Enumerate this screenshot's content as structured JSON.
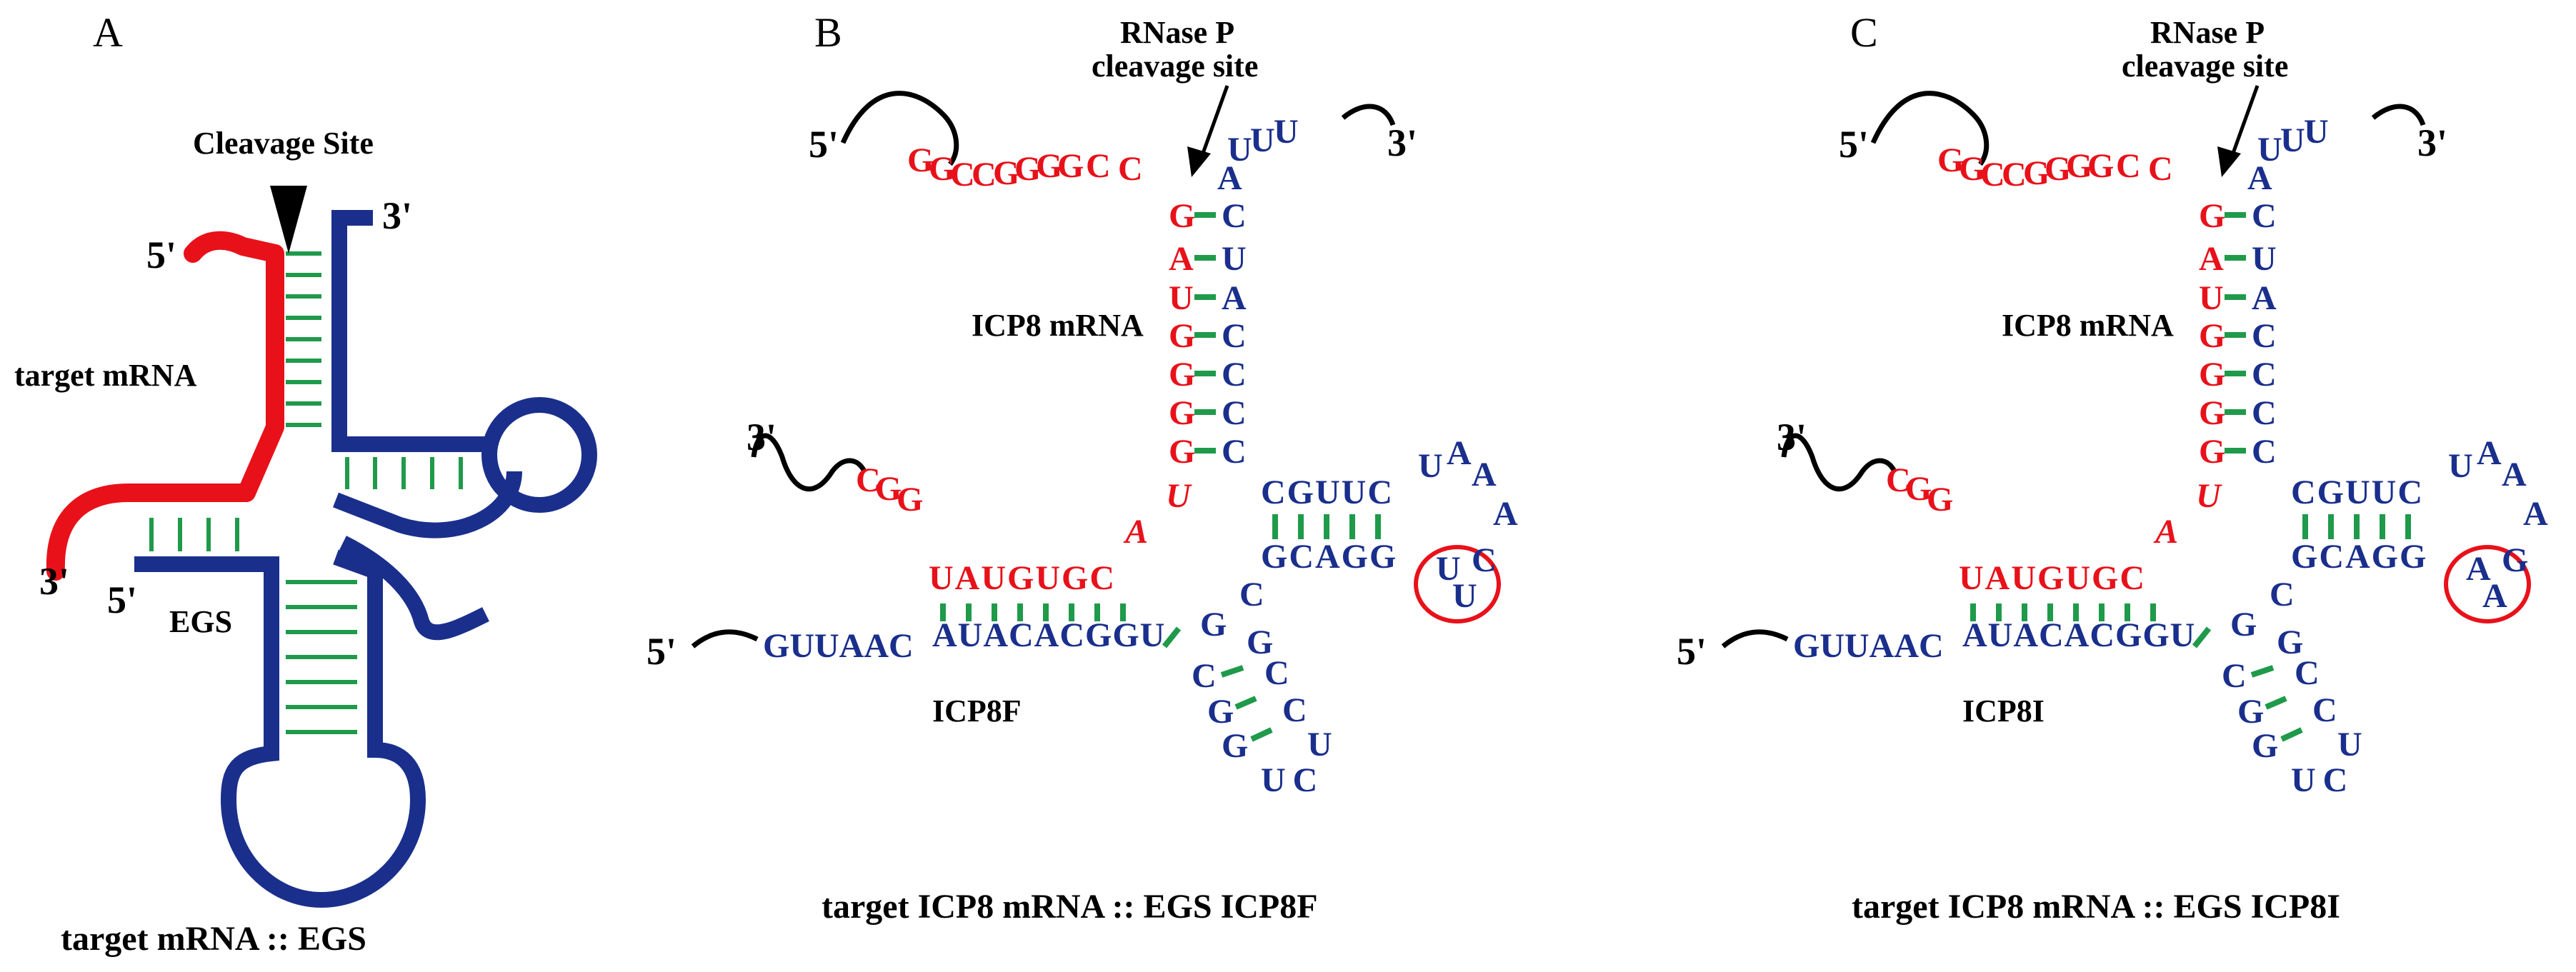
{
  "colors": {
    "target": "#e8111a",
    "egs": "#1a2f8c",
    "pair": "#1f9a4a",
    "ink": "#000000"
  },
  "panel_a": {
    "letter": "A",
    "cleavage_label": "Cleavage Site",
    "target_label": "target mRNA",
    "egs_label": "EGS",
    "five_prime_top": "5'",
    "three_prime_top": "3'",
    "three_prime_left": "3'",
    "five_prime_left": "5'",
    "caption": "target mRNA :: EGS"
  },
  "panel_b": {
    "letter": "B",
    "rnase_label_1": "RNase P",
    "rnase_label_2": "cleavage site",
    "top_five": "5'",
    "top_three": "3'",
    "left_three": "3'",
    "left_five": "5'",
    "mrna_label": "ICP8 mRNA",
    "egs_label": "ICP8F",
    "caption": "target ICP8 mRNA :: EGS ICP8F",
    "red_top_arc": [
      "G",
      "G",
      "C",
      "C",
      "G",
      "G",
      "G",
      "G",
      "C",
      "C"
    ],
    "red_stem": [
      "G",
      "A",
      "U",
      "G",
      "G",
      "G",
      "G",
      "U"
    ],
    "blue_stem": [
      "C",
      "U",
      "A",
      "C",
      "C",
      "C",
      "C"
    ],
    "blue_top": [
      "A",
      "U",
      "U",
      "U"
    ],
    "red_cgg": "CGG",
    "red_left": "UAUGUGC",
    "red_a": "A",
    "blue_left_tail": "GUUAAC",
    "blue_left_pair": "AUACACGGU",
    "blue_right_top": "CGUUC",
    "blue_right_bottom": "GCAGG",
    "blue_right_loop": [
      "U",
      "A",
      "A",
      "A"
    ],
    "blue_loop_circle": [
      "U",
      "C",
      "U"
    ],
    "blue_lower_left": [
      "G",
      "C",
      "G",
      "G"
    ],
    "blue_lower_right": [
      "C",
      "G",
      "C",
      "C",
      "U"
    ],
    "blue_lower_bottom": "UC"
  },
  "panel_c": {
    "letter": "C",
    "rnase_label_1": "RNase P",
    "rnase_label_2": "cleavage site",
    "top_five": "5'",
    "top_three": "3'",
    "left_three": "3'",
    "left_five": "5'",
    "mrna_label": "ICP8 mRNA",
    "egs_label": "ICP8I",
    "caption": "target ICP8 mRNA :: EGS ICP8I",
    "red_top_arc": [
      "G",
      "G",
      "C",
      "C",
      "G",
      "G",
      "G",
      "G",
      "C",
      "C"
    ],
    "red_stem": [
      "G",
      "A",
      "U",
      "G",
      "G",
      "G",
      "G",
      "U"
    ],
    "blue_stem": [
      "C",
      "U",
      "A",
      "C",
      "C",
      "C",
      "C"
    ],
    "blue_top": [
      "A",
      "U",
      "U",
      "U"
    ],
    "red_cgg": "CGG",
    "red_left": "UAUGUGC",
    "red_a": "A",
    "blue_left_tail": "GUUAAC",
    "blue_left_pair": "AUACACGGU",
    "blue_right_top": "CGUUC",
    "blue_right_bottom": "GCAGG",
    "blue_right_loop": [
      "U",
      "A",
      "A",
      "A"
    ],
    "blue_loop_circle": [
      "A",
      "G",
      "A"
    ],
    "blue_lower_left": [
      "G",
      "C",
      "G",
      "G"
    ],
    "blue_lower_right": [
      "C",
      "G",
      "C",
      "C",
      "U"
    ],
    "blue_lower_bottom": "UC"
  }
}
